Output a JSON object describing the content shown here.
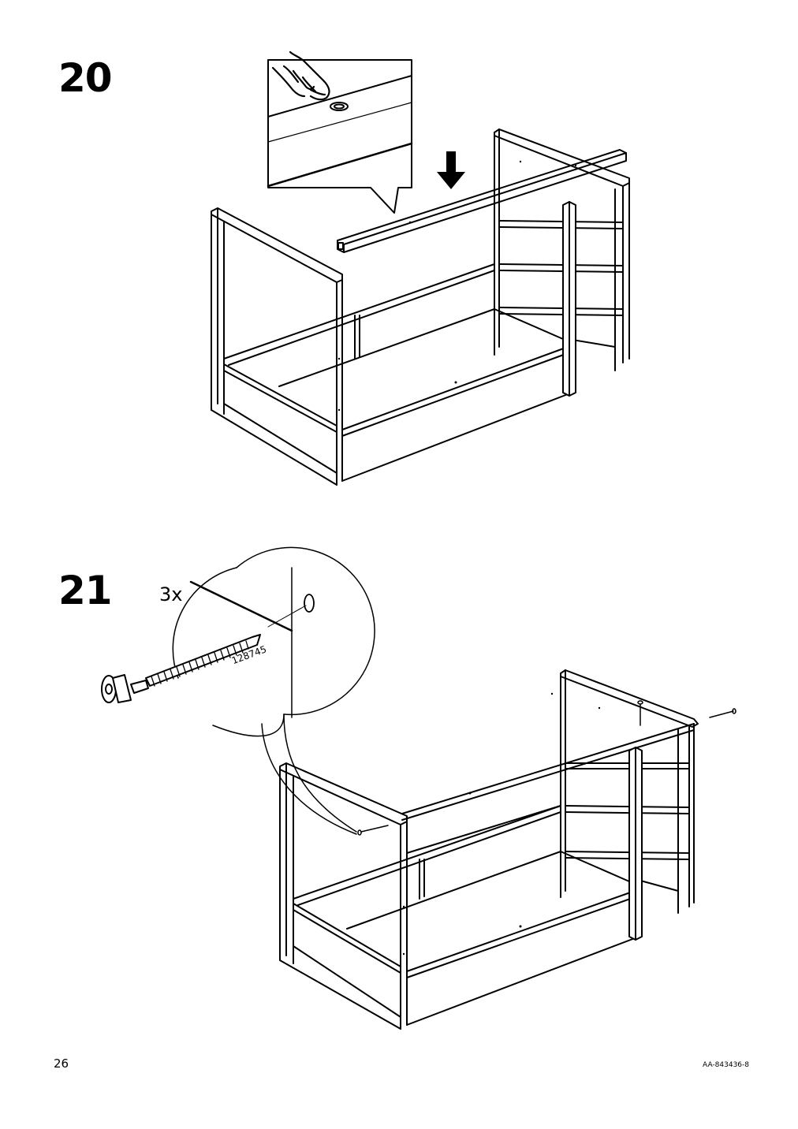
{
  "steps": [
    {
      "number": "20",
      "illustration": "top-rail-placement",
      "icons": [
        "hand-press-icon",
        "down-arrow-icon"
      ]
    },
    {
      "number": "21",
      "illustration": "top-rail-screw-fastening",
      "quantity": "3x",
      "part_number": "128745",
      "icons": [
        "screw-icon"
      ]
    }
  ],
  "footer": {
    "page_number": "26",
    "document_id": "AA-843436-8"
  }
}
